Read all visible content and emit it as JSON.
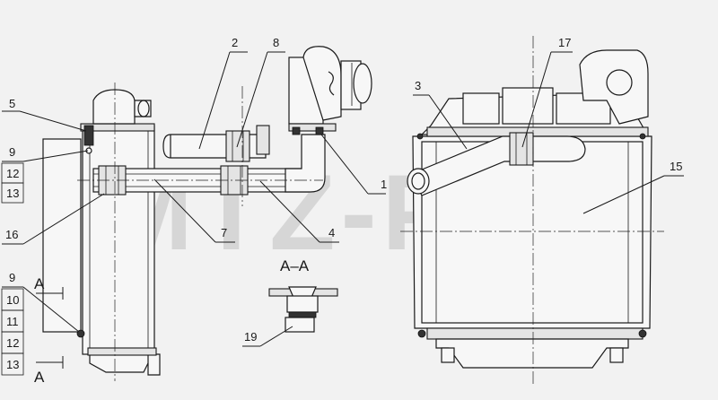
{
  "watermark": "MTZ-PRO",
  "section_label": "A–A",
  "section_marks": {
    "top": "A",
    "bottom": "A"
  },
  "callouts": {
    "c5": "5",
    "c9a": "9",
    "c12a": "12",
    "c13a": "13",
    "c16": "16",
    "c9b": "9",
    "c10": "10",
    "c11": "11",
    "c12b": "12",
    "c13b": "13",
    "c2": "2",
    "c8": "8",
    "c7": "7",
    "c4": "4",
    "c1": "1",
    "c19": "19",
    "c3": "3",
    "c17": "17",
    "c15": "15"
  }
}
